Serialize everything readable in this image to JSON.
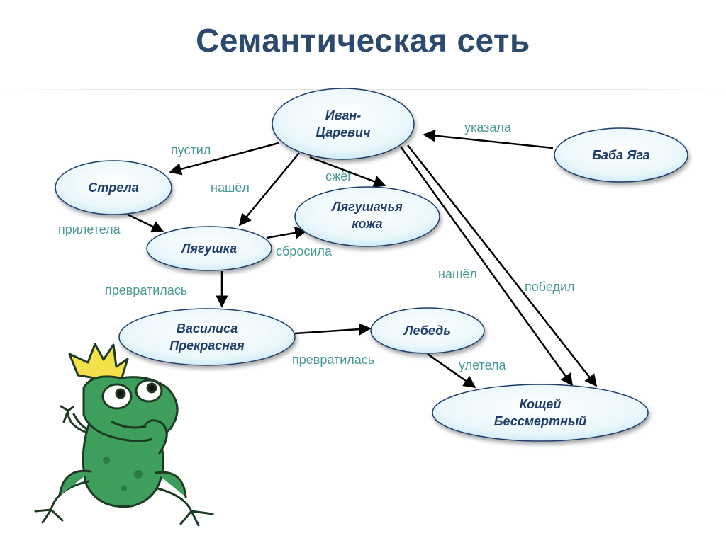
{
  "title": "Семантическая сеть",
  "nodes": {
    "ivan": [
      "Иван-",
      "Царевич"
    ],
    "baba": [
      "Баба Яга"
    ],
    "strela": [
      "Стрела"
    ],
    "kozha": [
      "Лягушачья",
      "кожа"
    ],
    "lyagushka": [
      "Лягушка"
    ],
    "vasilisa": [
      "Василиса",
      "Прекрасная"
    ],
    "lebed": [
      "Лебедь"
    ],
    "koschei": [
      "Кощей",
      "Бессмертный"
    ]
  },
  "edges": {
    "ukazala": "указала",
    "pustil": "пустил",
    "szheg": "сжёг",
    "nashel1": "нашёл",
    "priletela": "прилетела",
    "sbrosila": "сбросила",
    "prevratilas1": "превратилась",
    "nashel2": "нашёл",
    "pobedil": "победил",
    "prevratilas2": "превратилась",
    "uletela": "улетела"
  },
  "colors": {
    "title": "#2c4a6e",
    "node_text": "#1f3d6b",
    "edge_label": "#4a9a96",
    "node_border": "#1f3d6b",
    "arrow": "#000000",
    "frog": "#3e9e5c",
    "crown": "#f4e04a"
  }
}
